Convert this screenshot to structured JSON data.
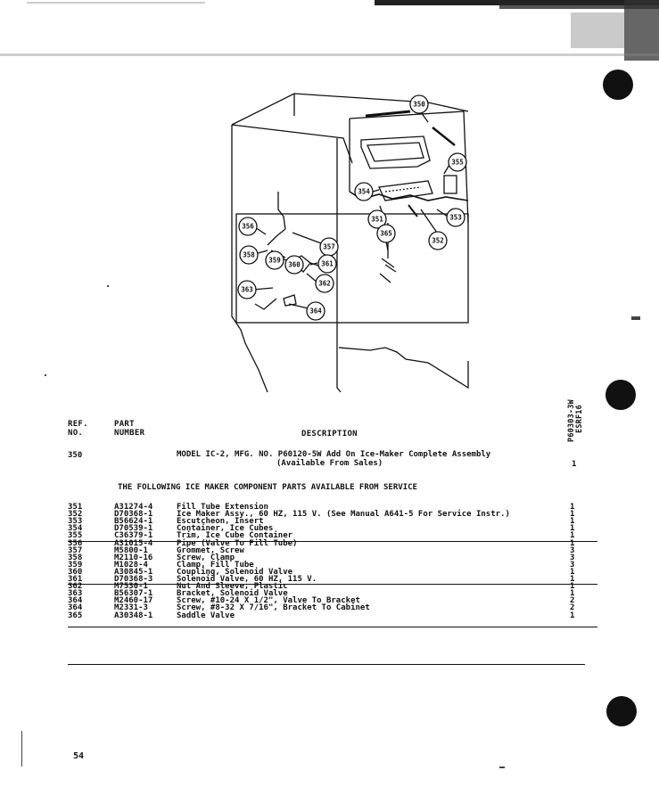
{
  "header": {
    "ref_no": "REF.\nNO.",
    "part_number": "PART\nNUMBER",
    "description": "DESCRIPTION"
  },
  "side_code": {
    "line1": "P60303-3W",
    "line2": "ESRF16"
  },
  "item350": {
    "ref": "350",
    "desc_line1": "MODEL IC-2, MFG. NO. P60120-5W Add On Ice-Maker Complete Assembly",
    "desc_line2": "(Available From Sales)",
    "qty": "1"
  },
  "service_heading": "THE FOLLOWING ICE MAKER COMPONENT PARTS AVAILABLE FROM SERVICE",
  "parts": [
    {
      "ref": "351",
      "part": "A31274-4",
      "desc": "Fill Tube Extension",
      "qty": "1"
    },
    {
      "ref": "352",
      "part": "D70368-1",
      "desc": "Ice Maker Assy., 60 HZ, 115 V. (See Manual A641-5 For Service Instr.)",
      "qty": "1"
    },
    {
      "ref": "353",
      "part": "B56624-1",
      "desc": "Escutcheon, Insert",
      "qty": "1"
    },
    {
      "ref": "354",
      "part": "D70539-1",
      "desc": "Container, Ice Cubes",
      "qty": "1"
    },
    {
      "ref": "355",
      "part": "C36379-1",
      "desc": "Trim, Ice Cube Container",
      "qty": "1"
    },
    {
      "ref": "356",
      "part": "A31015-4",
      "desc": "Pipe (Valve To Fill Tube)",
      "qty": "1"
    },
    {
      "ref": "357",
      "part": "M5800-1",
      "desc": "Grommet, Screw",
      "qty": "3"
    },
    {
      "ref": "358",
      "part": "M2110-16",
      "desc": "Screw, Clamp",
      "qty": "3"
    },
    {
      "ref": "359",
      "part": "M1028-4",
      "desc": "Clamp, Fill Tube",
      "qty": "3"
    },
    {
      "ref": "360",
      "part": "A30845-1",
      "desc": "Coupling, Solenoid Valve",
      "qty": "1"
    },
    {
      "ref": "361",
      "part": "D70368-3",
      "desc": "Solenoid Valve, 60 HZ, 115 V.",
      "qty": "1"
    },
    {
      "ref": "362",
      "part": "M7530-1",
      "desc": "Nut And Sleeve, Plastic",
      "qty": "1"
    },
    {
      "ref": "363",
      "part": "B56307-1",
      "desc": "Bracket, Solenoid Valve",
      "qty": "1"
    },
    {
      "ref": "364",
      "part": "M2460-17",
      "desc": "Screw, #10-24 X 1/2\", Valve To Bracket",
      "qty": "2"
    },
    {
      "ref": "364",
      "part": "M2331-3",
      "desc": "Screw, #8-32 X 7/16\", Bracket To Cabinet",
      "qty": "2"
    },
    {
      "ref": "365",
      "part": "A30348-1",
      "desc": "Saddle Valve",
      "qty": "1"
    }
  ],
  "callouts": [
    "350",
    "351",
    "352",
    "353",
    "354",
    "355",
    "356",
    "357",
    "358",
    "359",
    "360",
    "361",
    "362",
    "363",
    "364",
    "365"
  ],
  "page_number": "54"
}
